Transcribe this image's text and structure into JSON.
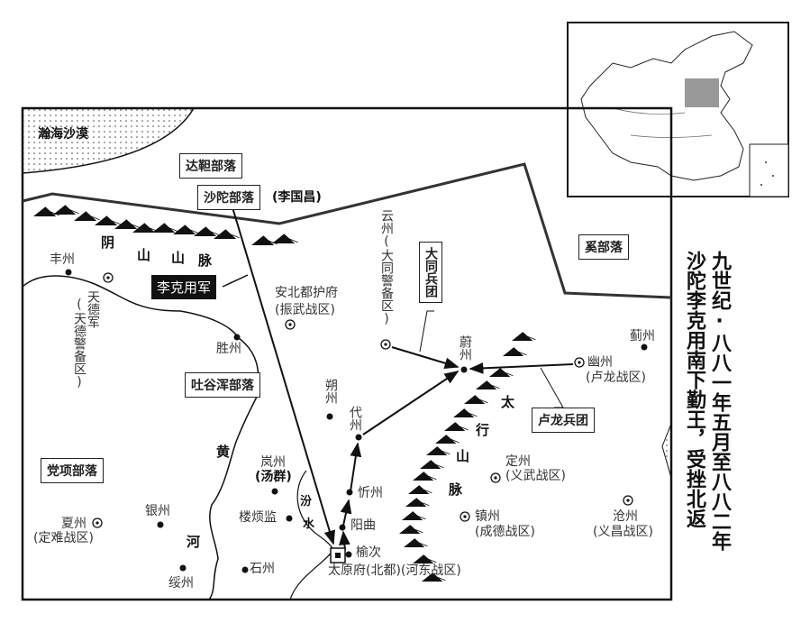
{
  "title": {
    "line1": "九世纪·八八一年五月至八八二年",
    "line2": "沙陀李克用南下勤王，受挫北返"
  },
  "regions": {
    "desert": "瀚海沙漠",
    "tatar": "达靼部落",
    "shatuo": "沙陀部落",
    "shatuo_leader": "(李国昌)",
    "xi": "奚部落",
    "tuyuhun": "吐谷浑部落",
    "dangxiang": "党项部落"
  },
  "armies": {
    "li_keyong": "李克用军",
    "datong": "大同兵团",
    "lulong": "卢龙兵团"
  },
  "mountains": {
    "yinshan": [
      "阴",
      "山",
      "山",
      "脉"
    ],
    "taihang": [
      "太",
      "行",
      "山",
      "脉"
    ]
  },
  "rivers": {
    "huang": [
      "黄",
      "河"
    ],
    "fen": [
      "汾",
      "水"
    ]
  },
  "places": {
    "fengzhou": "丰州",
    "tiande": "天德军",
    "tiande_sub": "(天德警备区)",
    "anbei": "安北都护府",
    "anbei_sub": "(振武战区)",
    "yunzhou": "云州(大同警备区)",
    "weizhou": "蔚州",
    "youzhou": "幽州",
    "youzhou_sub": "(卢龙战区)",
    "jizhou": "蓟州",
    "shengzhou": "胜州",
    "shuozhou": "朔州",
    "daizhou": "代州",
    "xinzhou": "忻州",
    "yangqu": "阳曲",
    "yuci": "榆次",
    "taiyuan": "太原府(北都)(河东战区)",
    "lanzhou": "岚州",
    "lanzhou_sub": "(汤群)",
    "loufan": "楼烦监",
    "shizhou": "石州",
    "yinzhou": "银州",
    "suizhou": "绥州",
    "xiazhou": "夏州",
    "xiazhou_sub": "(定难战区)",
    "dingzhou": "定州",
    "dingzhou_sub": "(义武战区)",
    "zhenzhou": "镇州",
    "zhenzhou_sub": "(成德战区)",
    "cangzhou": "沧州",
    "cangzhou_sub": "(义昌战区)"
  }
}
